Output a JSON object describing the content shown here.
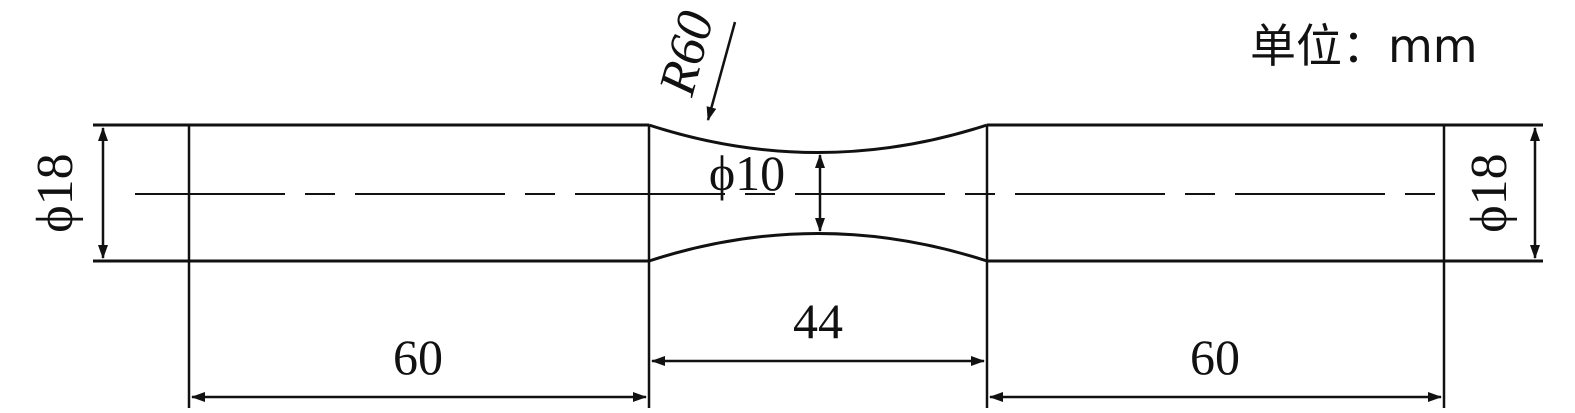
{
  "drawing": {
    "unit_label": "单位：mm",
    "radius_label": "R60",
    "end_diameter_left": "ϕ18",
    "end_diameter_right": "ϕ18",
    "neck_diameter": "ϕ10",
    "length_left": "60",
    "length_middle": "44",
    "length_right": "60"
  },
  "colors": {
    "line": "#111111",
    "background": "#ffffff"
  }
}
